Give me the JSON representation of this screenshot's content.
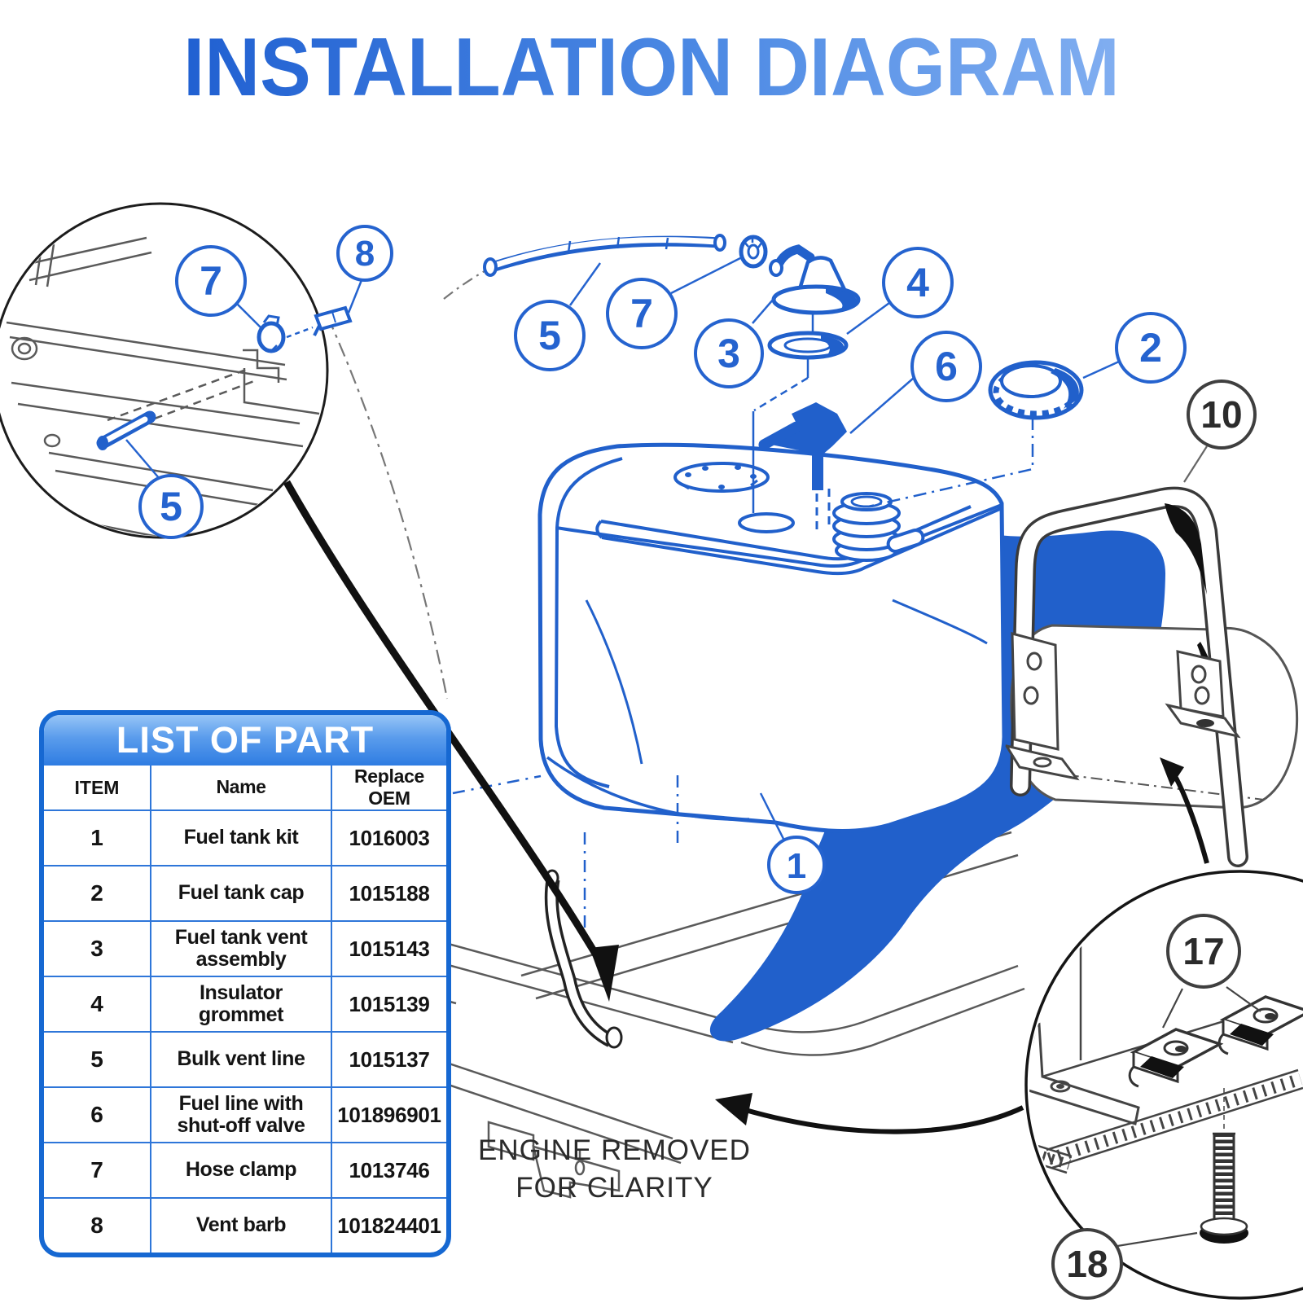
{
  "title": "INSTALLATION DIAGRAM",
  "parts_table": {
    "title": "LIST OF PART",
    "columns": [
      "ITEM",
      "Name",
      "Replace OEM"
    ],
    "rows": [
      {
        "item": "1",
        "name": "Fuel tank kit",
        "oem": "1016003"
      },
      {
        "item": "2",
        "name": "Fuel tank cap",
        "oem": "1015188"
      },
      {
        "item": "3",
        "name": "Fuel tank vent assembly",
        "oem": "1015143"
      },
      {
        "item": "4",
        "name": "Insulator grommet",
        "oem": "1015139"
      },
      {
        "item": "5",
        "name": "Bulk vent line",
        "oem": "1015137"
      },
      {
        "item": "6",
        "name": "Fuel line with shut-off valve",
        "oem": "101896901"
      },
      {
        "item": "7",
        "name": "Hose clamp",
        "oem": "1013746"
      },
      {
        "item": "8",
        "name": "Vent barb",
        "oem": "101824401"
      }
    ]
  },
  "diagram": {
    "note": "ENGINE REMOVED FOR CLARITY",
    "callouts": [
      {
        "label": "7",
        "style": "blue"
      },
      {
        "label": "8",
        "style": "blue"
      },
      {
        "label": "5",
        "style": "blue"
      },
      {
        "label": "5",
        "style": "blue"
      },
      {
        "label": "7",
        "style": "blue"
      },
      {
        "label": "3",
        "style": "blue"
      },
      {
        "label": "4",
        "style": "blue"
      },
      {
        "label": "6",
        "style": "blue"
      },
      {
        "label": "2",
        "style": "blue"
      },
      {
        "label": "10",
        "style": "black"
      },
      {
        "label": "1",
        "style": "blue"
      },
      {
        "label": "17",
        "style": "black"
      },
      {
        "label": "18",
        "style": "black"
      }
    ]
  },
  "colors": {
    "diagram_blue": "#2160cb",
    "callout_blue": "#2563cf",
    "callout_black": "#3f3f3f",
    "title_gradient_start": "#1d5dd0",
    "title_gradient_end": "#8cb6f3",
    "table_border_blue": "#1668d2",
    "table_header_gradient_top": "#96c5f7",
    "table_header_gradient_bottom": "#2e7ce2",
    "line_gray": "#5a5a5a",
    "ink_black": "#1c1c1c"
  }
}
